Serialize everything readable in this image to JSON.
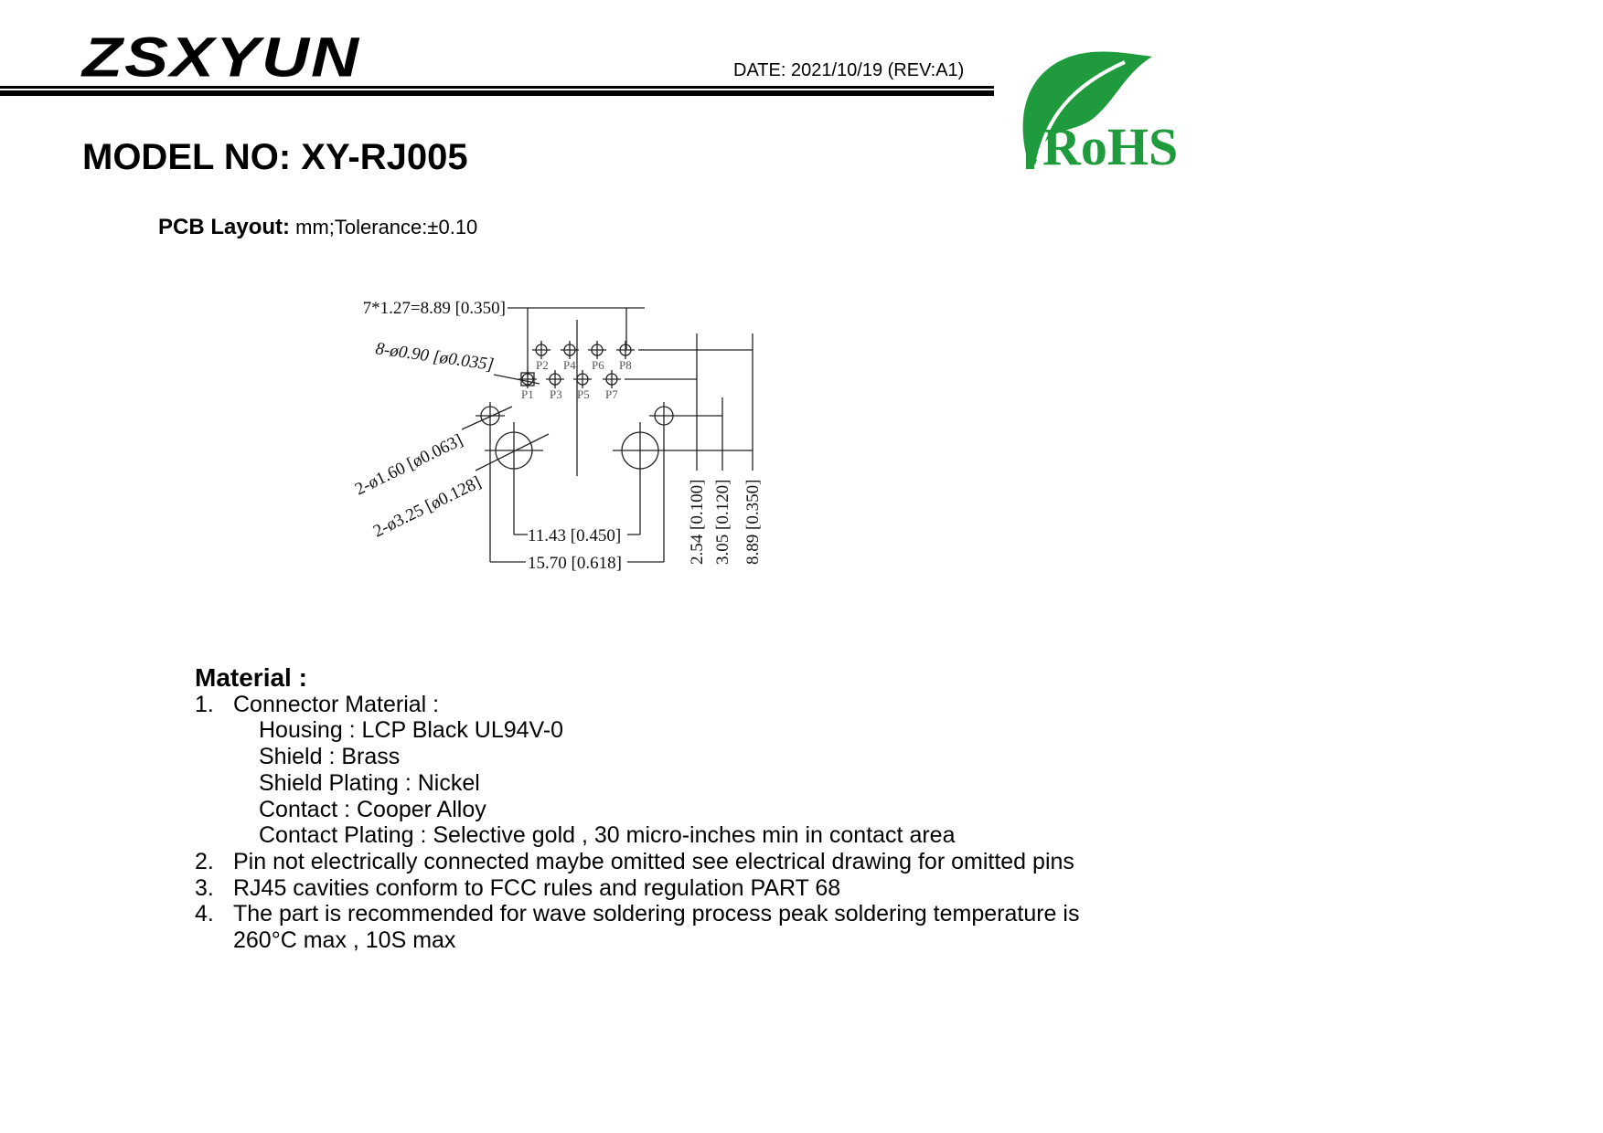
{
  "header": {
    "logo": "ZSXYUN",
    "date": "DATE: 2021/10/19 (REV:A1)",
    "rohs": "RoHS"
  },
  "title": "MODEL NO: XY-RJ005",
  "pcb": {
    "label": "PCB Layout:",
    "units": "mm;Tolerance:±0.10"
  },
  "drawing": {
    "pitch": "7*1.27=8.89 [0.350]",
    "pin_hole": "8-ø0.90 [ø0.035]",
    "small_hole": "2-ø1.60 [ø0.063]",
    "large_hole": "2-ø3.25 [ø0.128]",
    "dim_inner": "11.43 [0.450]",
    "dim_outer": "15.70 [0.618]",
    "dim_v1": "2.54 [0.100]",
    "dim_v2": "3.05 [0.120]",
    "dim_v3": "8.89 [0.350]",
    "pins": [
      "P1",
      "P2",
      "P3",
      "P4",
      "P5",
      "P6",
      "P7",
      "P8"
    ]
  },
  "material": {
    "heading": "Material :",
    "items": [
      {
        "n": "1.",
        "text": "Connector Material :",
        "sub": [
          "Housing : LCP Black UL94V-0",
          "Shield : Brass",
          "Shield Plating : Nickel",
          "Contact : Cooper Alloy",
          "Contact Plating : Selective gold , 30 micro-inches min in contact area"
        ]
      },
      {
        "n": "2.",
        "text": "Pin not electrically connected maybe omitted see electrical drawing for omitted pins"
      },
      {
        "n": "3.",
        "text": "RJ45 cavities conform to FCC rules and regulation PART 68"
      },
      {
        "n": "4.",
        "text": "The part is recommended for wave soldering process peak soldering temperature is",
        "cont": "260°C max , 10S max"
      }
    ]
  },
  "colors": {
    "rohs_green": "#1f9a3c"
  }
}
